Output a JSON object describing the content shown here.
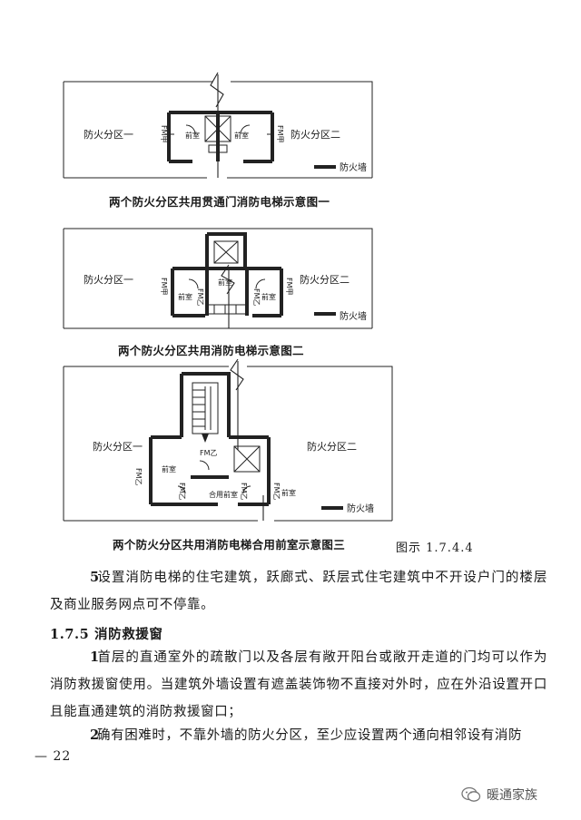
{
  "figures": {
    "fig1": {
      "caption": "两个防火分区共用贯通门消防电梯示意图一",
      "zone_left": "防火分区一",
      "zone_right": "防火分区二",
      "door_a": "FM甲",
      "door_b": "FM甲",
      "room_left": "前室",
      "room_right": "前室",
      "legend": "防火墙"
    },
    "fig2": {
      "caption": "两个防火分区共用消防电梯示意图二",
      "zone_left": "防火分区一",
      "zone_right": "防火分区二",
      "door_a": "FM甲",
      "door_b": "FM甲",
      "door_c": "FM乙",
      "door_d": "FM乙",
      "room_left": "前室",
      "room_mid": "前室",
      "room_right": "前室",
      "legend": "防火墙"
    },
    "fig3": {
      "caption": "两个防火分区共用消防电梯合用前室示意图三",
      "zone_left": "防火分区一",
      "zone_right": "防火分区二",
      "door_stair": "FM乙",
      "door_a": "FM乙",
      "door_b": "FM乙",
      "door_c": "FM乙",
      "door_d": "FM乙",
      "room_left": "前室",
      "room_combined": "合用前室",
      "room_right": "前室",
      "legend": "防火墙"
    },
    "figure_number": "图示 1.7.4.4"
  },
  "body": {
    "item5_num": "5",
    "item5_text": "设置消防电梯的住宅建筑，跃廊式、跃层式住宅建筑中不开设户门的楼层及商业服务网点可不停靠。",
    "section_title": "1.7.5 消防救援窗",
    "item1_num": "1",
    "item1_text": "首层的直通室外的疏散门以及各层有敞开阳台或敞开走道的门均可以作为消防救援窗使用。当建筑外墙设置有遮盖装饰物不直接对外时，应在外沿设置开口且能直通建筑的消防救援窗口；",
    "item2_num": "2",
    "item2_text": "确有困难时，不靠外墙的防火分区，至少应设置两个通向相邻设有消防"
  },
  "footer": {
    "page_number": "— 22",
    "watermark": "暖通家族",
    "watermark_icon": "wechat-icon"
  }
}
